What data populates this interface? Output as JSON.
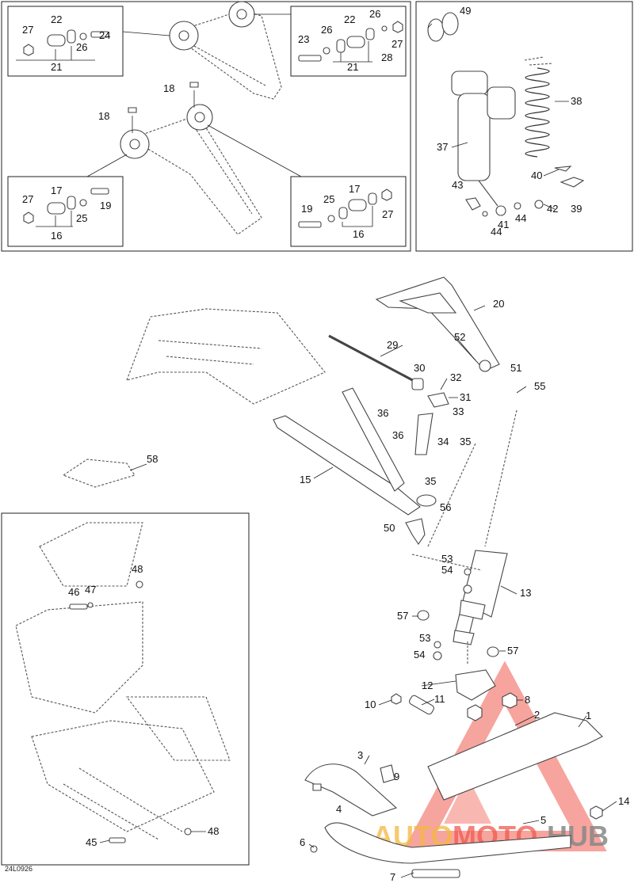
{
  "diagram": {
    "code": "24L0926",
    "watermark": {
      "auto": "AUTO",
      "moto": "MOTO",
      "hub": "HUB"
    },
    "callouts": {
      "c1": "1",
      "c2": "2",
      "c3": "3",
      "c4": "4",
      "c5": "5",
      "c6": "6",
      "c7": "7",
      "c8": "8",
      "c9": "9",
      "c10": "10",
      "c11": "11",
      "c12": "12",
      "c13": "13",
      "c14": "14",
      "c15": "15",
      "c16": "16",
      "c17": "17",
      "c18": "18",
      "c19": "19",
      "c20": "20",
      "c21": "21",
      "c22": "22",
      "c23": "23",
      "c24": "24",
      "c25": "25",
      "c26": "26",
      "c27": "27",
      "c28": "28",
      "c29": "29",
      "c30": "30",
      "c31": "31",
      "c32": "32",
      "c33": "33",
      "c34": "34",
      "c35": "35",
      "c36": "36",
      "c37": "37",
      "c38": "38",
      "c39": "39",
      "c40": "40",
      "c41": "41",
      "c42": "42",
      "c43": "43",
      "c44": "44",
      "c45": "45",
      "c46": "46",
      "c47": "47",
      "c48": "48",
      "c49": "49",
      "c50": "50",
      "c51": "51",
      "c52": "52",
      "c53": "53",
      "c54": "54",
      "c55": "55",
      "c56": "56",
      "c57": "57",
      "c58": "58"
    }
  }
}
